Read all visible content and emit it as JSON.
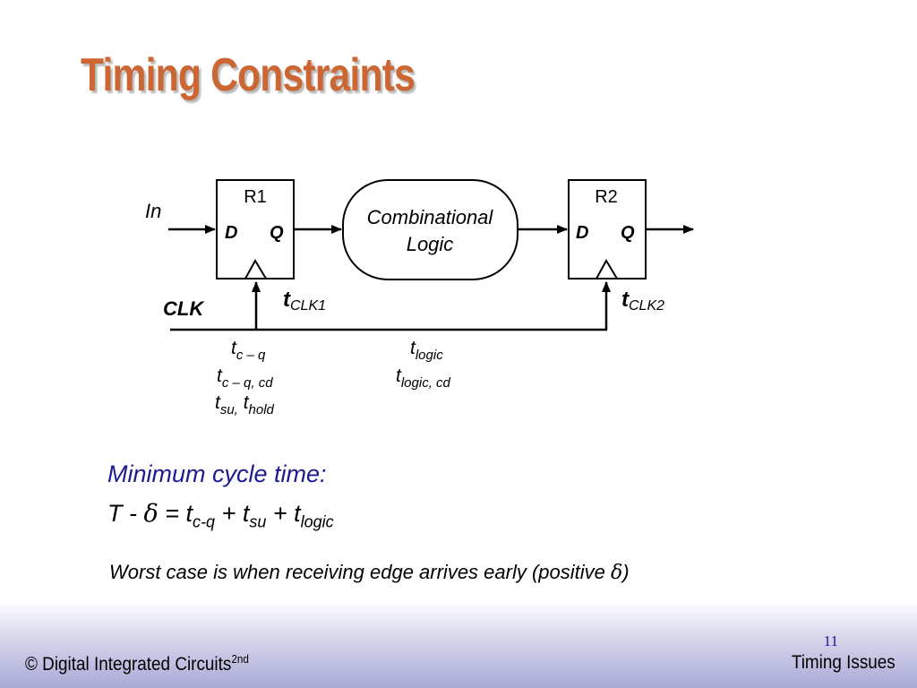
{
  "slide": {
    "title": "Timing Constraints",
    "page_number": "11",
    "footer_left": "© Digital Integrated Circuits",
    "footer_left_sup": "2nd",
    "footer_right": "Timing Issues"
  },
  "diagram": {
    "r1_label": "R1",
    "r2_label": "R2",
    "d_label": "D",
    "q_label": "Q",
    "input_label": "In",
    "clk_label": "CLK",
    "logic_label_line1": "Combinational",
    "logic_label_line2": "Logic",
    "t_clk1_main": "t",
    "t_clk1_sub": "CLK1",
    "t_clk2_main": "t",
    "t_clk2_sub": "CLK2",
    "reg_params": [
      {
        "main": "t",
        "sub": "c – q"
      },
      {
        "main": "t",
        "sub": "c – q, cd"
      },
      {
        "main": "t",
        "sub": "su,",
        "main2": " t",
        "sub2": "hold"
      }
    ],
    "logic_params": [
      {
        "main": "t",
        "sub": "logic"
      },
      {
        "main": "t",
        "sub": "logic, cd"
      }
    ]
  },
  "text": {
    "min_cycle_label": "Minimum cycle time:",
    "formula": {
      "lhs": "T - ",
      "delta": "δ",
      "eq": " = t",
      "sub1": "c-q",
      "plus1": " + t",
      "sub2": "su",
      "plus2": " + t",
      "sub3": "logic"
    },
    "worst_case_text": "Worst case is when receiving edge arrives early (positive ",
    "worst_case_delta": "δ",
    "worst_case_close": ")"
  },
  "colors": {
    "title": "#cc6633",
    "accent_blue": "#1b1b8f"
  }
}
